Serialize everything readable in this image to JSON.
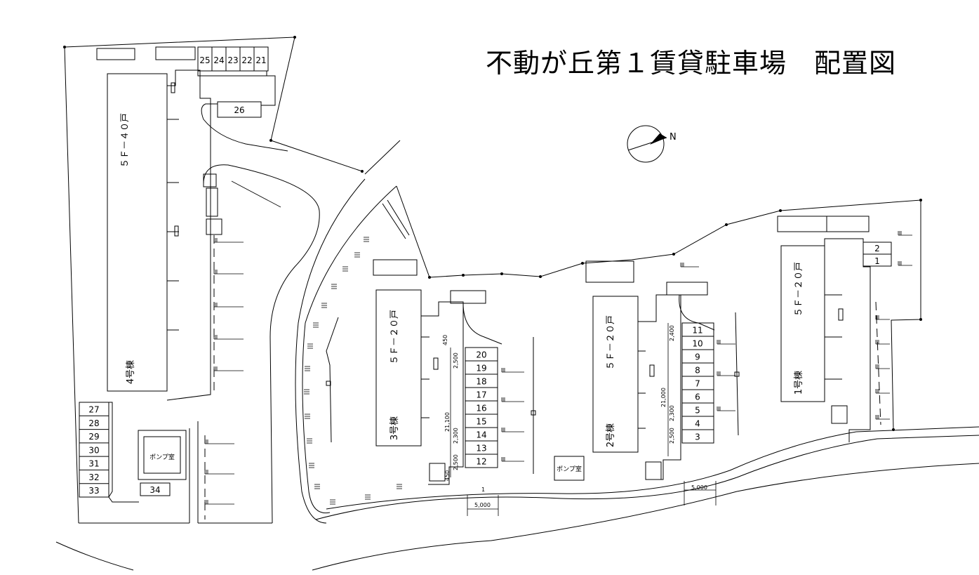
{
  "title": "不動が丘第１賃貸駐車場　配置図",
  "north_label": "N",
  "buildings": {
    "b4": {
      "name": "4号棟",
      "units": "５Ｆ－４０戸"
    },
    "b3": {
      "name": "3号棟",
      "units": "５Ｆ－２０戸"
    },
    "b2": {
      "name": "2号棟",
      "units": "５Ｆ－２０戸"
    },
    "b1": {
      "name": "1号棟",
      "units": "５Ｆ－２０戸"
    }
  },
  "pump_room_left": "ポンプ室",
  "pump_room_center": "ポンプ室",
  "spaces_top": [
    "25",
    "24",
    "23",
    "22",
    "21"
  ],
  "space_26": "26",
  "spaces_left": [
    "27",
    "28",
    "29",
    "30",
    "31",
    "32",
    "33"
  ],
  "space_34": "34",
  "spaces_center": [
    "20",
    "19",
    "18",
    "17",
    "16",
    "15",
    "14",
    "13",
    "12"
  ],
  "spaces_right": [
    "11",
    "10",
    "9",
    "8",
    "7",
    "6",
    "5",
    "4",
    "3"
  ],
  "spaces_far_right": [
    "2",
    "1"
  ],
  "dims_center": {
    "d450_top": "450",
    "d2500_top": "2,500",
    "d21100": "21,100",
    "d2300": "2,300",
    "d2500_bot": "2,500",
    "d450_bot": "450",
    "d1": "1",
    "d5000": "5,000"
  },
  "dims_right": {
    "d2400": "2,400",
    "d21000": "21,000",
    "d2300": "2,300",
    "d2500": "2,500",
    "d5000": "5,000"
  }
}
